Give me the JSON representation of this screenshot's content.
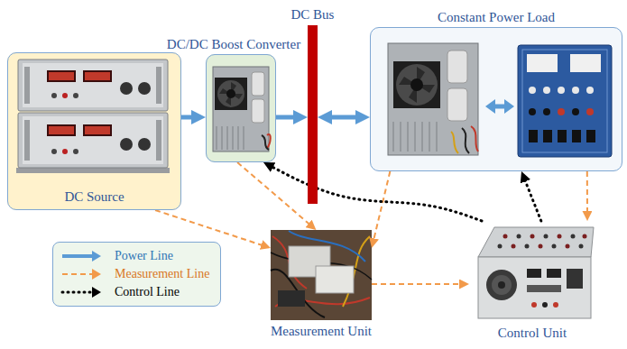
{
  "diagram": {
    "nodes": [
      {
        "text": [
          "DC Source"
        ]
      },
      {
        "text": [
          "DC/DC Boost Converter"
        ]
      },
      {
        "text": [
          "DC Bus"
        ]
      },
      {
        "text": [
          "Constant Power Load"
        ]
      },
      {
        "text": [
          "Measurement Unit"
        ]
      },
      {
        "text": [
          "Control Unit"
        ]
      }
    ],
    "edges": [
      {
        "from": 0,
        "to": 1,
        "arrow": "to"
      },
      {
        "from": 1,
        "to": 2,
        "arrow": "to"
      },
      {
        "from": 2,
        "to": 3,
        "arrow": "both"
      },
      {
        "from": 0,
        "to": 4,
        "arrow": "to"
      },
      {
        "from": 1,
        "to": 4,
        "arrow": "to"
      },
      {
        "from": 3,
        "to": 4,
        "arrow": "to"
      },
      {
        "from": 3,
        "to": 5,
        "arrow": "to"
      },
      {
        "from": 4,
        "to": 5,
        "arrow": "to"
      },
      {
        "from": 5,
        "to": 1,
        "arrow": "to"
      },
      {
        "from": 5,
        "to": 3,
        "arrow": "to"
      }
    ],
    "legend": [
      {
        "text": "Power Line"
      },
      {
        "text": "Measurement Line"
      },
      {
        "text": "Control Line"
      }
    ]
  }
}
